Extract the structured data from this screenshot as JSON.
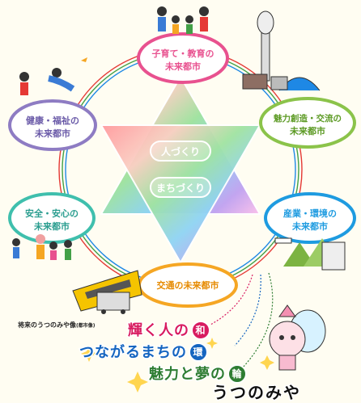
{
  "center": {
    "pill1": "人づくり",
    "pill2": "まちづくり"
  },
  "nodes": {
    "child": {
      "line1": "子育て・教育の",
      "line2": "未来都市",
      "color": "#e8518f"
    },
    "charm": {
      "line1": "魅力創造・交流の",
      "line2": "未来都市",
      "color": "#8bc34a"
    },
    "industry": {
      "line1": "産業・環境の",
      "line2": "未来都市",
      "color": "#1e9be0"
    },
    "traffic": {
      "line1": "交通の未来都市",
      "color": "#f5a623"
    },
    "safety": {
      "line1": "安全・安心の",
      "line2": "未来都市",
      "color": "#3fbfad"
    },
    "health": {
      "line1": "健康・福祉の",
      "line2": "未来都市",
      "color": "#8e7cc3"
    }
  },
  "caption": {
    "main": "将来のうつのみや像",
    "sub": "(都市像)"
  },
  "slogan": {
    "line1": "輝く人の",
    "line1_circle": "和",
    "line2": "つながるまちの",
    "line2_circle": "環",
    "line3": "魅力と夢の",
    "line3_circle": "輪",
    "mascot_name": "うつのみや"
  },
  "colors": {
    "ring_red": "#e53935",
    "ring_green": "#43a047",
    "ring_blue": "#1e88e5",
    "circle_red": "#d81b60",
    "circle_blue": "#1565c0",
    "circle_green": "#2e7d32"
  }
}
